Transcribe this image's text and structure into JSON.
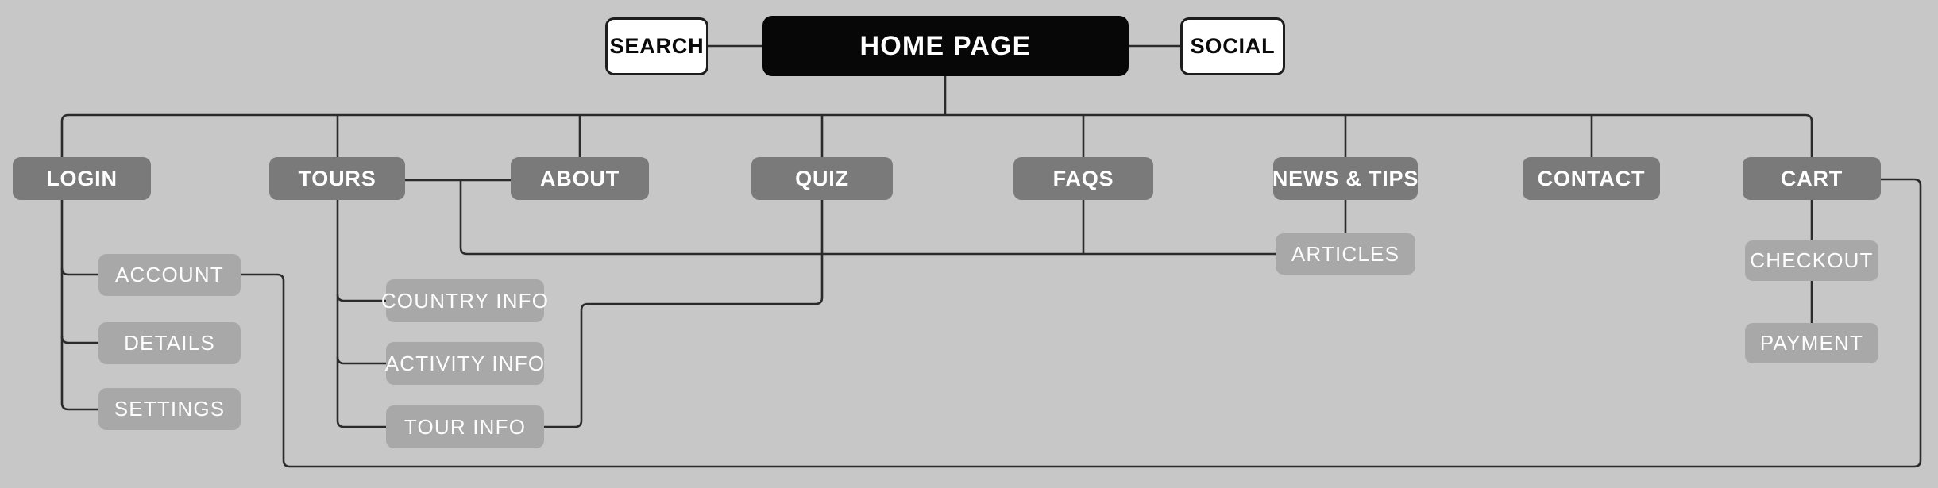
{
  "diagram": {
    "type": "sitemap-flowchart",
    "nodes": {
      "home": {
        "label": "HOME PAGE"
      },
      "search": {
        "label": "SEARCH"
      },
      "social": {
        "label": "SOCIAL"
      },
      "login": {
        "label": "LOGIN"
      },
      "tours": {
        "label": "TOURS"
      },
      "about": {
        "label": "ABOUT"
      },
      "quiz": {
        "label": "QUIZ"
      },
      "faqs": {
        "label": "FAQS"
      },
      "news": {
        "label": "NEWS & TIPS"
      },
      "contact": {
        "label": "CONTACT"
      },
      "cart": {
        "label": "CART"
      },
      "account": {
        "label": "ACCOUNT"
      },
      "details": {
        "label": "DETAILS"
      },
      "settings": {
        "label": "SETTINGS"
      },
      "country_info": {
        "label": "COUNTRY INFO"
      },
      "activity_info": {
        "label": "ACTIVITY INFO"
      },
      "tour_info": {
        "label": "TOUR INFO"
      },
      "articles": {
        "label": "ARTICLES"
      },
      "checkout": {
        "label": "CHECKOUT"
      },
      "payment": {
        "label": "PAYMENT"
      }
    },
    "edges": [
      {
        "from": "SEARCH",
        "to": "HOME PAGE"
      },
      {
        "from": "HOME PAGE",
        "to": "SOCIAL"
      },
      {
        "from": "HOME PAGE",
        "to": "LOGIN"
      },
      {
        "from": "HOME PAGE",
        "to": "TOURS"
      },
      {
        "from": "HOME PAGE",
        "to": "ABOUT"
      },
      {
        "from": "HOME PAGE",
        "to": "QUIZ"
      },
      {
        "from": "HOME PAGE",
        "to": "FAQS"
      },
      {
        "from": "HOME PAGE",
        "to": "NEWS & TIPS"
      },
      {
        "from": "HOME PAGE",
        "to": "CONTACT"
      },
      {
        "from": "HOME PAGE",
        "to": "CART"
      },
      {
        "from": "LOGIN",
        "to": "ACCOUNT"
      },
      {
        "from": "LOGIN",
        "to": "DETAILS"
      },
      {
        "from": "LOGIN",
        "to": "SETTINGS"
      },
      {
        "from": "TOURS",
        "to": "ABOUT"
      },
      {
        "from": "TOURS",
        "to": "COUNTRY INFO"
      },
      {
        "from": "TOURS",
        "to": "ACTIVITY INFO"
      },
      {
        "from": "TOURS",
        "to": "TOUR INFO"
      },
      {
        "from": "TOURS",
        "to": "ARTICLES"
      },
      {
        "from": "QUIZ",
        "to": "TOUR INFO"
      },
      {
        "from": "FAQS",
        "to": "NEWS & TIPS"
      },
      {
        "from": "FAQS",
        "to": "ARTICLES"
      },
      {
        "from": "NEWS & TIPS",
        "to": "ARTICLES"
      },
      {
        "from": "CART",
        "to": "CHECKOUT"
      },
      {
        "from": "CHECKOUT",
        "to": "PAYMENT"
      },
      {
        "from": "ACCOUNT",
        "to": "CART"
      }
    ],
    "colors": {
      "background": "#c7c7c7",
      "root_fill": "#070707",
      "root_text": "#ffffff",
      "level1_fill": "#ffffff",
      "level1_text": "#0a0a0a",
      "level2_fill": "#7a7a7a",
      "level2_text": "#ffffff",
      "level3_fill": "#a8a8a8",
      "level3_text": "#fdfdfd",
      "connector": "#2b2b2b"
    }
  }
}
